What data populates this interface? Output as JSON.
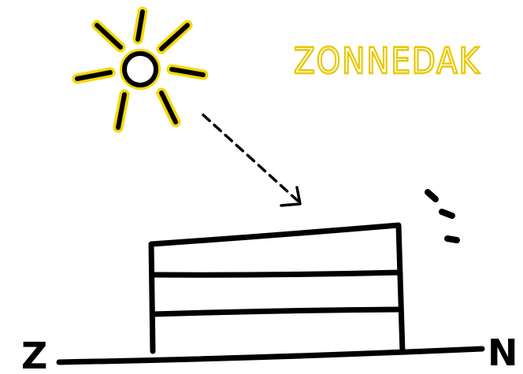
{
  "title": "ZONNEDAK",
  "compass": {
    "south_label": "Z",
    "north_label": "N"
  },
  "colors": {
    "sun_outline": "#f5d800",
    "sun_stroke": "#000000",
    "title_fill": "#ffffff",
    "title_outline": "#e8c800",
    "ink": "#000000",
    "background": "#ffffff"
  },
  "icons": {
    "sun": "sun-icon",
    "shade": "shade-dashes-icon",
    "arrow": "sunlight-arrow-icon"
  }
}
